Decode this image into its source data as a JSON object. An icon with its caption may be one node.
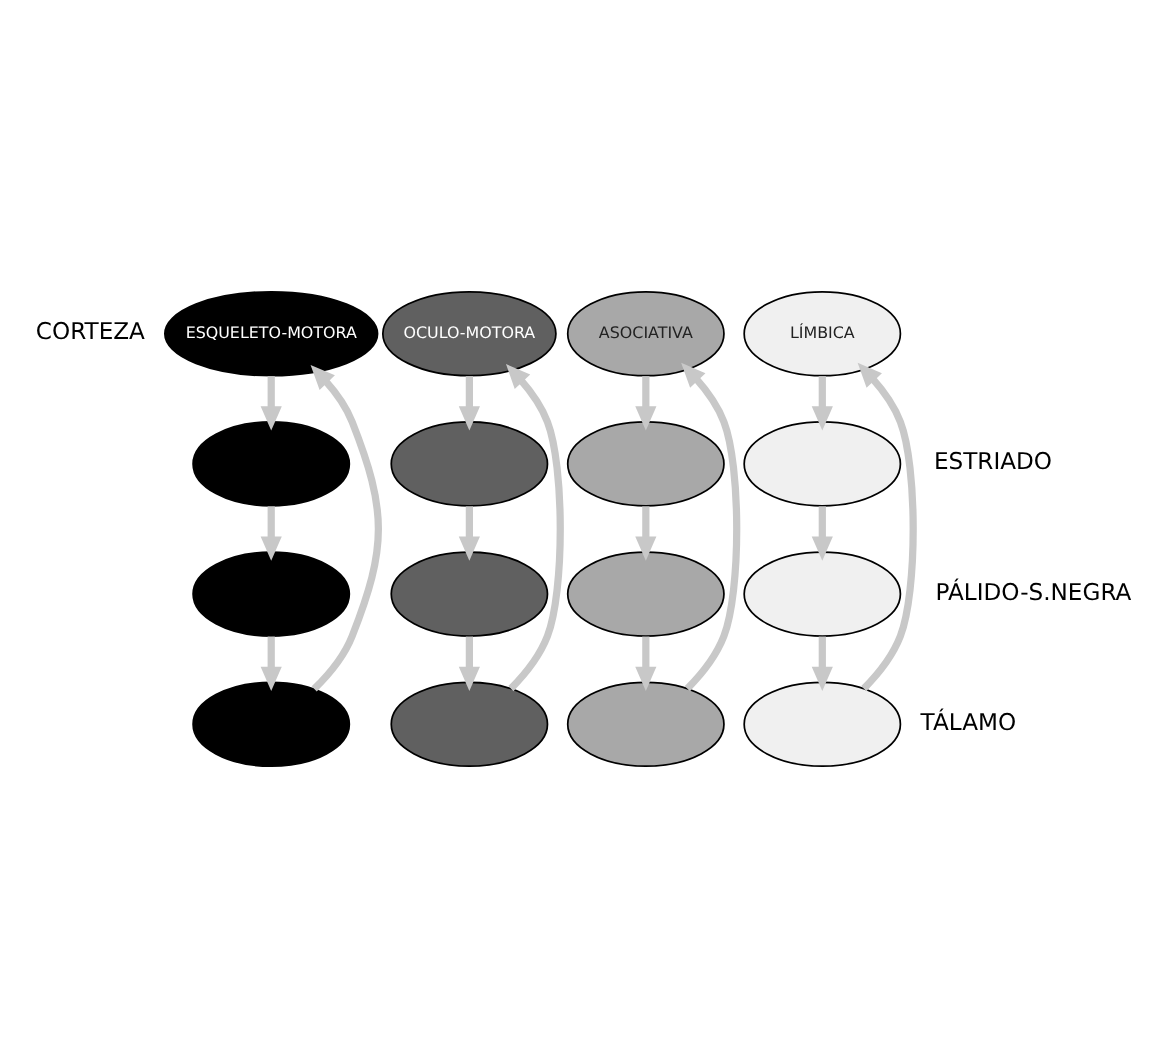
{
  "diagram": {
    "nodes": [
      {
        "text": [
          "ESQUELETO-MOTORA"
        ]
      },
      {
        "text": [
          "OCULO-MOTORA"
        ]
      },
      {
        "text": [
          "ASOCIATIVA"
        ]
      },
      {
        "text": [
          "LÍMBICA"
        ]
      },
      {
        "text": [],
        "shape": "ellipse"
      },
      {
        "text": [],
        "shape": "ellipse"
      },
      {
        "text": [],
        "shape": "ellipse"
      },
      {
        "text": [],
        "shape": "ellipse"
      },
      {
        "text": [],
        "shape": "ellipse"
      },
      {
        "text": [],
        "shape": "ellipse"
      },
      {
        "text": [],
        "shape": "ellipse"
      },
      {
        "text": [],
        "shape": "ellipse"
      },
      {
        "text": [],
        "shape": "ellipse"
      },
      {
        "text": [],
        "shape": "ellipse"
      },
      {
        "text": [],
        "shape": "ellipse"
      },
      {
        "text": [],
        "shape": "ellipse"
      }
    ],
    "edges": [
      {
        "from": 0,
        "to": 4,
        "arrow": "to"
      },
      {
        "from": 1,
        "to": 5,
        "arrow": "to"
      },
      {
        "from": 2,
        "to": 6,
        "arrow": "to"
      },
      {
        "from": 3,
        "to": 7,
        "arrow": "to"
      },
      {
        "from": 4,
        "to": 8,
        "arrow": "to"
      },
      {
        "from": 5,
        "to": 9,
        "arrow": "to"
      },
      {
        "from": 6,
        "to": 10,
        "arrow": "to"
      },
      {
        "from": 7,
        "to": 11,
        "arrow": "to"
      },
      {
        "from": 8,
        "to": 12,
        "arrow": "to"
      },
      {
        "from": 9,
        "to": 13,
        "arrow": "to"
      },
      {
        "from": 10,
        "to": 14,
        "arrow": "to"
      },
      {
        "from": 11,
        "to": 15,
        "arrow": "to"
      },
      {
        "from": 12,
        "to": 0,
        "arrow": "to"
      },
      {
        "from": 13,
        "to": 1,
        "arrow": "to"
      },
      {
        "from": 14,
        "to": 2,
        "arrow": "to"
      },
      {
        "from": 15,
        "to": 3,
        "arrow": "to"
      }
    ],
    "labels": [
      "CORTEZA",
      "ESTRIADO",
      "PÁLIDO-S.NEGRA",
      "TÁLAMO"
    ]
  }
}
